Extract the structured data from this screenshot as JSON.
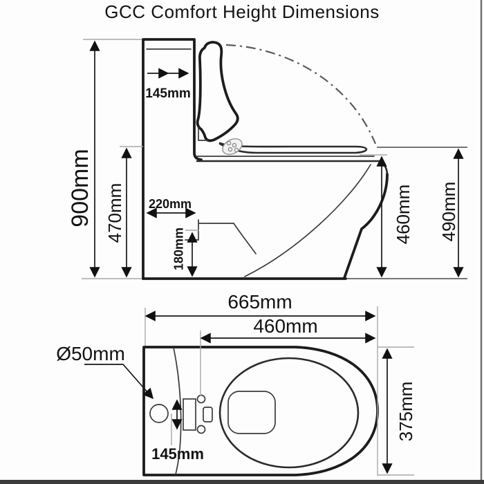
{
  "title": "GCC Comfort Height Dimensions",
  "side_view": {
    "dims": {
      "tank_depth": "145mm",
      "overall_height": "900mm",
      "left_rim_height": "470mm",
      "outlet_setout": "220mm",
      "outlet_height": "180mm",
      "right_rim_height": "460mm",
      "seat_height": "490mm"
    }
  },
  "plan_view": {
    "dims": {
      "overall_length": "665mm",
      "seat_length": "460mm",
      "waste_diameter": "Ø50mm",
      "fixing_centres": "145mm",
      "overall_width": "375mm"
    }
  }
}
